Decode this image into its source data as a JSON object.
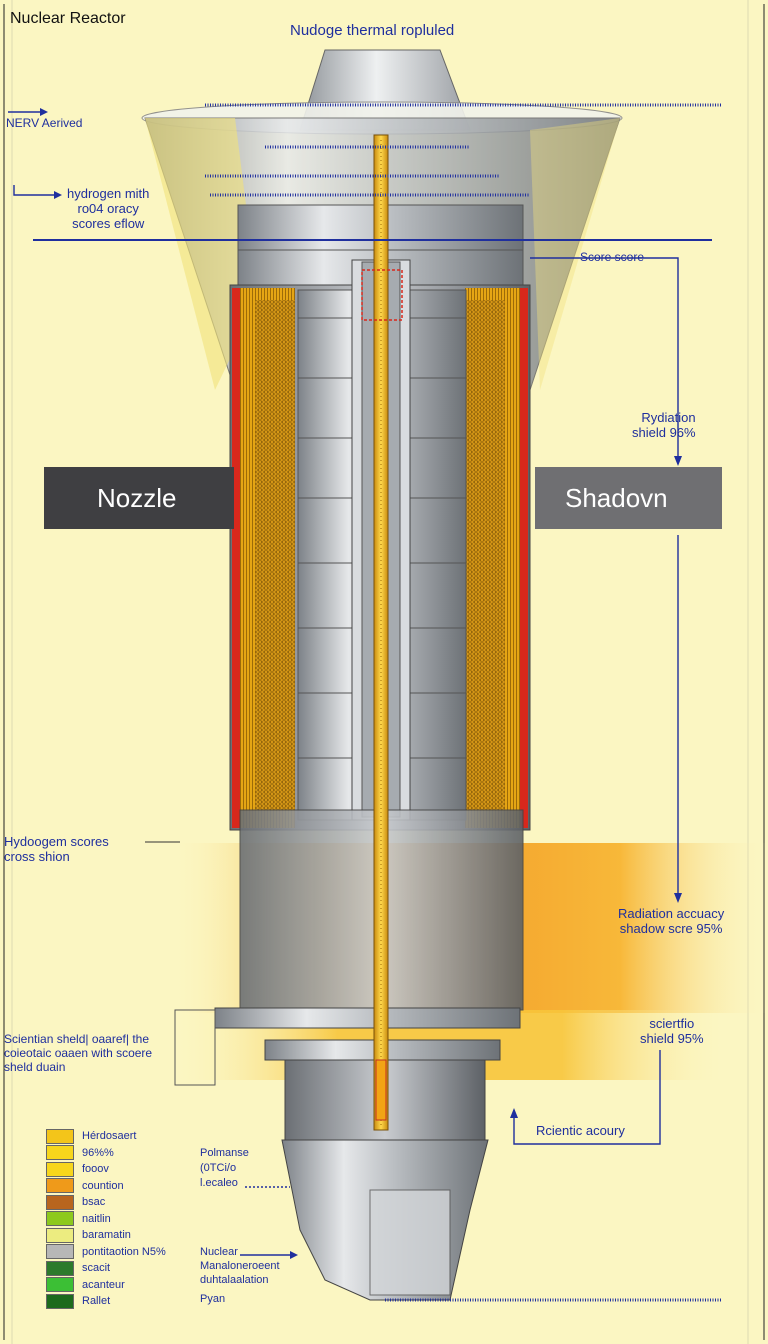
{
  "title": "Nuclear Reactor",
  "subtitle": "Nudoge thermal ropluled",
  "bands": {
    "left": "Nozzle",
    "right": "Shadovn"
  },
  "labels": {
    "nerv_aerived": "NERV Aerived",
    "hydrogen_flow": "hydrogen mith\nro04 oracy\nscores eflow",
    "score_score": "Score score",
    "rydiation_shield": "Rydiation\nshield 96%",
    "hydrogen_scores": "Hydoogem scores\ncross shion",
    "radiation_accuracy": "Radiation accuacy\nshadow scre 95%",
    "scientific_shield": "sciertfio\nshield 95%",
    "scientian_shield": "Scientian sheld| oaaref| the\ncoieotaic oaaen with scoere\nsheld duain",
    "rcientic_accuracy": "Rcientic acoury",
    "polmanse": "Polmanse\n(0TCi/o\nl.ecaleo",
    "nuclear_note": "Nuclear\nManaloneroeent\nduhtalaalation",
    "pyan": "Pyan"
  },
  "legend": [
    {
      "label": "Hérdosaert",
      "color": "#f3c51a"
    },
    {
      "label": "96%%",
      "color": "#f7d61c"
    },
    {
      "label": "fooov",
      "color": "#f7d61c"
    },
    {
      "label": "countion",
      "color": "#ef9a1a"
    },
    {
      "label": "bsac",
      "color": "#b8651e"
    },
    {
      "label": "naitlin",
      "color": "#8dc91d"
    },
    {
      "label": "baramatin",
      "color": "#ecec80"
    },
    {
      "label": "pontitaotion N5%",
      "color": "#b7b7b7"
    },
    {
      "label": "scacit",
      "color": "#2c7a2c"
    },
    {
      "label": "acanteur",
      "color": "#3cbf35"
    },
    {
      "label": "Rallet",
      "color": "#1c6a1c"
    }
  ]
}
